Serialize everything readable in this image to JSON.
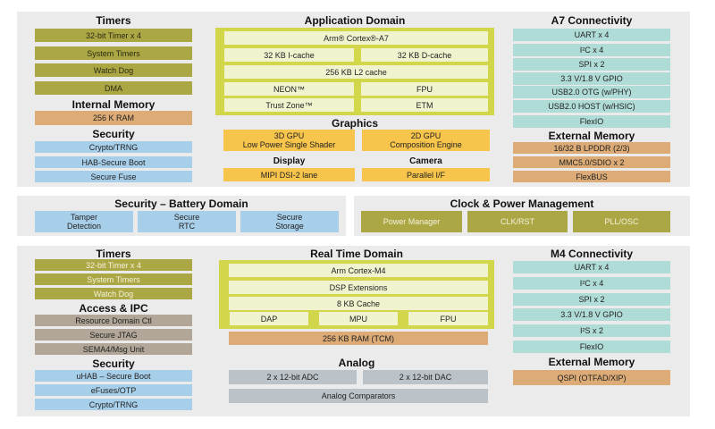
{
  "top": {
    "timers": {
      "title": "Timers",
      "items": [
        "32-bit Timer x 4",
        "System Timers",
        "Watch Dog",
        "DMA"
      ]
    },
    "internal_memory": {
      "title": "Internal Memory",
      "items": [
        "256 K RAM"
      ]
    },
    "security": {
      "title": "Security",
      "items": [
        "Crypto/TRNG",
        "HAB-Secure Boot",
        "Secure Fuse"
      ]
    },
    "application_domain": {
      "title": "Application Domain",
      "core": "Arm® Cortex®-A7",
      "icache": "32 KB I-cache",
      "dcache": "32 KB D-cache",
      "l2": "256 KB L2 cache",
      "neon": "NEON™",
      "fpu": "FPU",
      "trustzone": "Trust Zone™",
      "etm": "ETM"
    },
    "graphics": {
      "title": "Graphics",
      "gpu3d_line1": "3D GPU",
      "gpu3d_line2": "Low Power Single Shader",
      "gpu2d_line1": "2D GPU",
      "gpu2d_line2": "Composition Engine"
    },
    "display": {
      "title": "Display",
      "item": "MIPI DSI-2 lane"
    },
    "camera": {
      "title": "Camera",
      "item": "Parallel I/F"
    },
    "a7_connectivity": {
      "title": "A7 Connectivity",
      "items": [
        "UART x 4",
        "I²C x 4",
        "SPI x 2",
        "3.3 V/1.8 V GPIO",
        "USB2.0 OTG (w/PHY)",
        "USB2.0 HOST (w/HSIC)",
        "FlexIO"
      ]
    },
    "external_memory": {
      "title": "External Memory",
      "items": [
        "16/32 B LPDDR (2/3)",
        "MMC5.0/SDIO x 2",
        "FlexBUS"
      ]
    }
  },
  "middle": {
    "battery": {
      "title": "Security – Battery Domain",
      "items": [
        [
          "Tamper",
          "Detection"
        ],
        [
          "Secure",
          "RTC"
        ],
        [
          "Secure",
          "Storage"
        ]
      ]
    },
    "clock": {
      "title": "Clock & Power Management",
      "items": [
        "Power Manager",
        "CLK/RST",
        "PLL/OSC"
      ]
    }
  },
  "bottom": {
    "timers": {
      "title": "Timers",
      "items": [
        "32-bit Timer x 4",
        "System Timers",
        "Watch Dog"
      ]
    },
    "access": {
      "title": "Access & IPC",
      "items": [
        "Resource Domain Ctl",
        "Secure JTAG",
        "SEMA4/Msg Unit"
      ]
    },
    "security": {
      "title": "Security",
      "items": [
        "uHAB – Secure Boot",
        "eFuses/OTP",
        "Crypto/TRNG"
      ]
    },
    "realtime": {
      "title": "Real Time Domain",
      "core": "Arm Cortex-M4",
      "dsp": "DSP Extensions",
      "cache": "8 KB Cache",
      "dap": "DAP",
      "mpu": "MPU",
      "fpu": "FPU",
      "ram": "256 KB RAM (TCM)"
    },
    "analog": {
      "title": "Analog",
      "adc": "2 x 12-bit ADC",
      "dac": "2 x 12-bit DAC",
      "comparators": "Analog Comparators"
    },
    "m4_connectivity": {
      "title": "M4 Connectivity",
      "items": [
        "UART x 4",
        "I²C x 4",
        "SPI x 2",
        "3.3 V/1.8 V GPIO",
        "I²S x 2",
        "FlexIO"
      ]
    },
    "external_memory": {
      "title": "External Memory",
      "items": [
        "QSPI (OTFAD/XIP)"
      ]
    }
  }
}
